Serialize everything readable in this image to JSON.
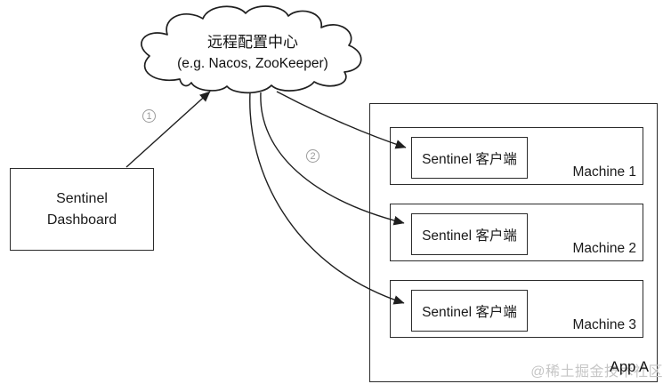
{
  "cloud": {
    "title": "远程配置中心",
    "subtitle": "(e.g. Nacos, ZooKeeper)"
  },
  "dashboard": {
    "line1": "Sentinel",
    "line2": "Dashboard"
  },
  "steps": {
    "one": "1",
    "two": "2"
  },
  "app": {
    "name": "App A",
    "machines": [
      {
        "client_label": "Sentinel 客户端",
        "name": "Machine 1"
      },
      {
        "client_label": "Sentinel 客户端",
        "name": "Machine 2"
      },
      {
        "client_label": "Sentinel 客户端",
        "name": "Machine 3"
      }
    ]
  },
  "watermark": "@稀土掘金技术社区",
  "colors": {
    "line": "#1f1f1f",
    "box_border": "#2b2b2b",
    "step_gray": "#9b9b9b",
    "watermark_gray": "#c6c6c6",
    "background": "#ffffff"
  }
}
